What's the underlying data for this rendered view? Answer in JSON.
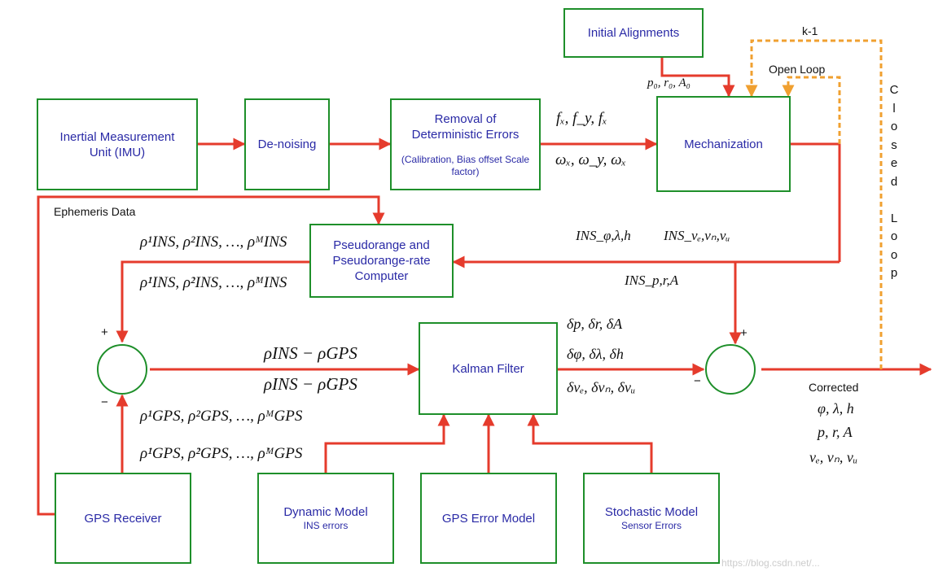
{
  "boxes": {
    "imu": {
      "label": "Inertial Measurement Unit (IMU)"
    },
    "denoise": {
      "label": "De-noising"
    },
    "removal": {
      "label": "Removal of Deterministic Errors",
      "sub": "(Calibration, Bias offset Scale factor)"
    },
    "initial": {
      "label": "Initial Alignments"
    },
    "mechanization": {
      "label": "Mechanization"
    },
    "pseudorange": {
      "label": "Pseudorange and Pseudorange-rate Computer"
    },
    "kalman": {
      "label": "Kalman Filter"
    },
    "gps_receiver": {
      "label": "GPS Receiver"
    },
    "dynamic": {
      "label": "Dynamic Model",
      "sub": "INS errors"
    },
    "gps_error": {
      "label": "GPS Error Model"
    },
    "stochastic": {
      "label": "Stochastic Model",
      "sub": "Sensor Errors"
    }
  },
  "labels": {
    "k1": "k-1",
    "open_loop": "Open Loop",
    "closed_loop": "Closed Loop",
    "ephemeris": "Ephemeris Data",
    "corrected": "Corrected"
  },
  "math": {
    "init_params": "p₀, r₀, A₀",
    "f_accel": "fₓ, f_y, fₓ",
    "omega": "ωₓ, ω_y, ωₓ",
    "ins_pos": "INS_φ,λ,h",
    "ins_vel": "INS_vₑ,vₙ,vᵤ",
    "ins_att": "INS_p,r,A",
    "rho_ins": "ρ¹INS, ρ²INS, …, ρᴹINS",
    "rhodot_ins": "ρ̇¹INS, ρ̇²INS, …, ρ̇ᴹINS",
    "rho_gps": "ρ¹GPS, ρ²GPS, …, ρᴹGPS",
    "rhodot_gps": "ρ̇¹GPS, ρ̇²GPS, …, ρ̇ᴹGPS",
    "diff_rho": "ρINS − ρGPS",
    "diff_rhodot": "ρ̇INS − ρ̇GPS",
    "kf_att": "δp, δr, δA",
    "kf_pos": "δφ, δλ, δh",
    "kf_vel": "δvₑ, δvₙ, δvᵤ",
    "corr_pos": "φ, λ, h",
    "corr_att": "p, r, A",
    "corr_vel": "vₑ, vₙ, vᵤ"
  },
  "signs": {
    "plus": "+",
    "minus": "−"
  },
  "watermark": "https://blog.csdn.net/...",
  "colors": {
    "box_border": "#1e8f2a",
    "box_text": "#2a2aa6",
    "signal_arrow": "#e53b2c",
    "loop_dashed": "#f0a030"
  }
}
